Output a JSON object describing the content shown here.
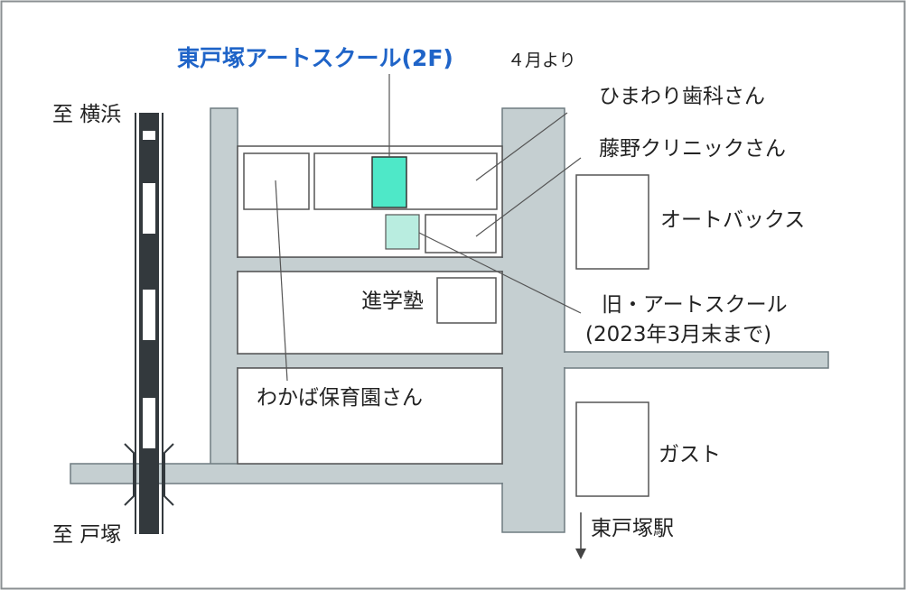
{
  "colors": {
    "road": "#c5cfd1",
    "road_edge": "#6f7b80",
    "block_stroke": "#555555",
    "leader": "#555555",
    "rail_dark": "#33393d",
    "accent_blue": "#1f64c8",
    "new_school": "#4ee8c8",
    "old_school": "#b9ede0",
    "frame": "#8a8f92"
  },
  "labels": {
    "school_name": "東戸塚アートスクール(2F)",
    "school_note": "４月より",
    "to_yokohama": "至 横浜",
    "to_totsuka": "至 戸塚",
    "himawari": "ひまわり歯科さん",
    "fujino": "藤野クリニックさん",
    "autobacs": "オートバックス",
    "shingakujuku": "進学塾",
    "old_school_line1": "旧・アートスクール",
    "old_school_line2": "(2023年3月末まで)",
    "wakaba": "わかば保育園さん",
    "gusto": "ガスト",
    "station": "東戸塚駅"
  },
  "icons": {
    "railway": "railway-track-icon",
    "station_arrow": "arrow-down-icon"
  }
}
